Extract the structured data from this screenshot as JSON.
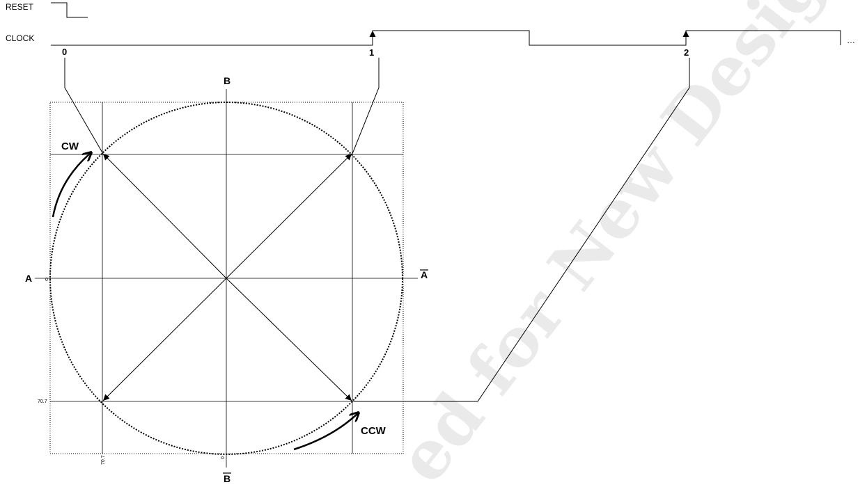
{
  "signals": {
    "reset_label": "RESET",
    "clock_label": "CLOCK",
    "ellipsis": "…"
  },
  "clock_steps": [
    "0",
    "1",
    "2"
  ],
  "axes": {
    "b_top": "B",
    "b_bottom": "B",
    "a_left": "A",
    "a_right": "A"
  },
  "directions": {
    "cw": "CW",
    "ccw": "CCW"
  },
  "scale_marks": {
    "left_zero": "0",
    "left_707": "70.7",
    "bottom_707": "70.7",
    "bottom_zero": "0"
  },
  "watermark": {
    "text": "Not Recommended for New Designs",
    "visible_text": "ed for New Designs"
  }
}
